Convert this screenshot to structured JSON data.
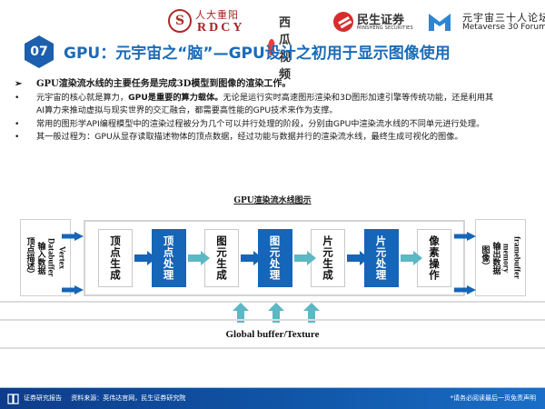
{
  "header": {
    "logos": {
      "rdcy": {
        "seal": "S",
        "chinese": "人大重阳",
        "english": "RDCY"
      },
      "xigua": {
        "label": "西瓜视频"
      },
      "minsheng": {
        "chinese": "民生证券",
        "english": "MINSHENG SECURITIES"
      },
      "metaverse30": {
        "chinese": "元宇宙三十人论坛",
        "english": "Metaverse 30 Forum"
      }
    },
    "section_number": "07",
    "title": "GPU：元宇宙之“脑”—GPU设计之初用于显示图像使用"
  },
  "bullets": {
    "lead": {
      "marker": "➢",
      "text": "GPU渲染流水线的主要任务是完成3D模型到图像的渲染工作。"
    },
    "items": [
      {
        "marker": "•",
        "line1_prefix": "元宇宙的核心就是算力，",
        "line1_strong": "GPU是重要的算力载体。",
        "line1_suffix": "无论是运行实时高速图形渲染和3D图形加速引擎等传统功能，还是利用其",
        "line2": "AI算力来推动虚拟与现实世界的交汇融合，都需要高性能的GPU技术来作为支撑。"
      },
      {
        "marker": "•",
        "text": "常用的图形学API编程模型中的渲染过程被分为几个可以并行处理的阶段，分别由GPU中渲染流水线的不同单元进行处理。"
      },
      {
        "marker": "•",
        "text": "其一般过程为：GPU从显存读取描述物体的顶点数据，经过功能与数据并行的渲染流水线，最终生成可视化的图像。"
      }
    ]
  },
  "diagram": {
    "title": "GPU渲染流水线图示",
    "input": {
      "en": "Vertex",
      "en2": "Databuffer",
      "cn1": "输入数据",
      "cn2": "顶点描述）"
    },
    "output": {
      "en": "framebuffer",
      "en2": "memory",
      "cn1": "输出数据",
      "cn2": "图像）"
    },
    "stages": [
      {
        "label": "顶点生成",
        "style": "white"
      },
      {
        "label": "顶点处理",
        "style": "blue"
      },
      {
        "label": "图元生成",
        "style": "white"
      },
      {
        "label": "图元处理",
        "style": "blue"
      },
      {
        "label": "片元生成",
        "style": "white"
      },
      {
        "label": "片元处理",
        "style": "blue"
      },
      {
        "label": "像素操作",
        "style": "white"
      }
    ],
    "buffer_label": "Global buffer/Texture",
    "colors": {
      "blue": "#1565b8",
      "teal": "#5bb8c4"
    }
  },
  "footer": {
    "report_label": "证券研究报告",
    "source": "资料来源：英伟达官网，民生证券研究院",
    "disclaimer": "*请务必阅读最后一页免责声明"
  }
}
